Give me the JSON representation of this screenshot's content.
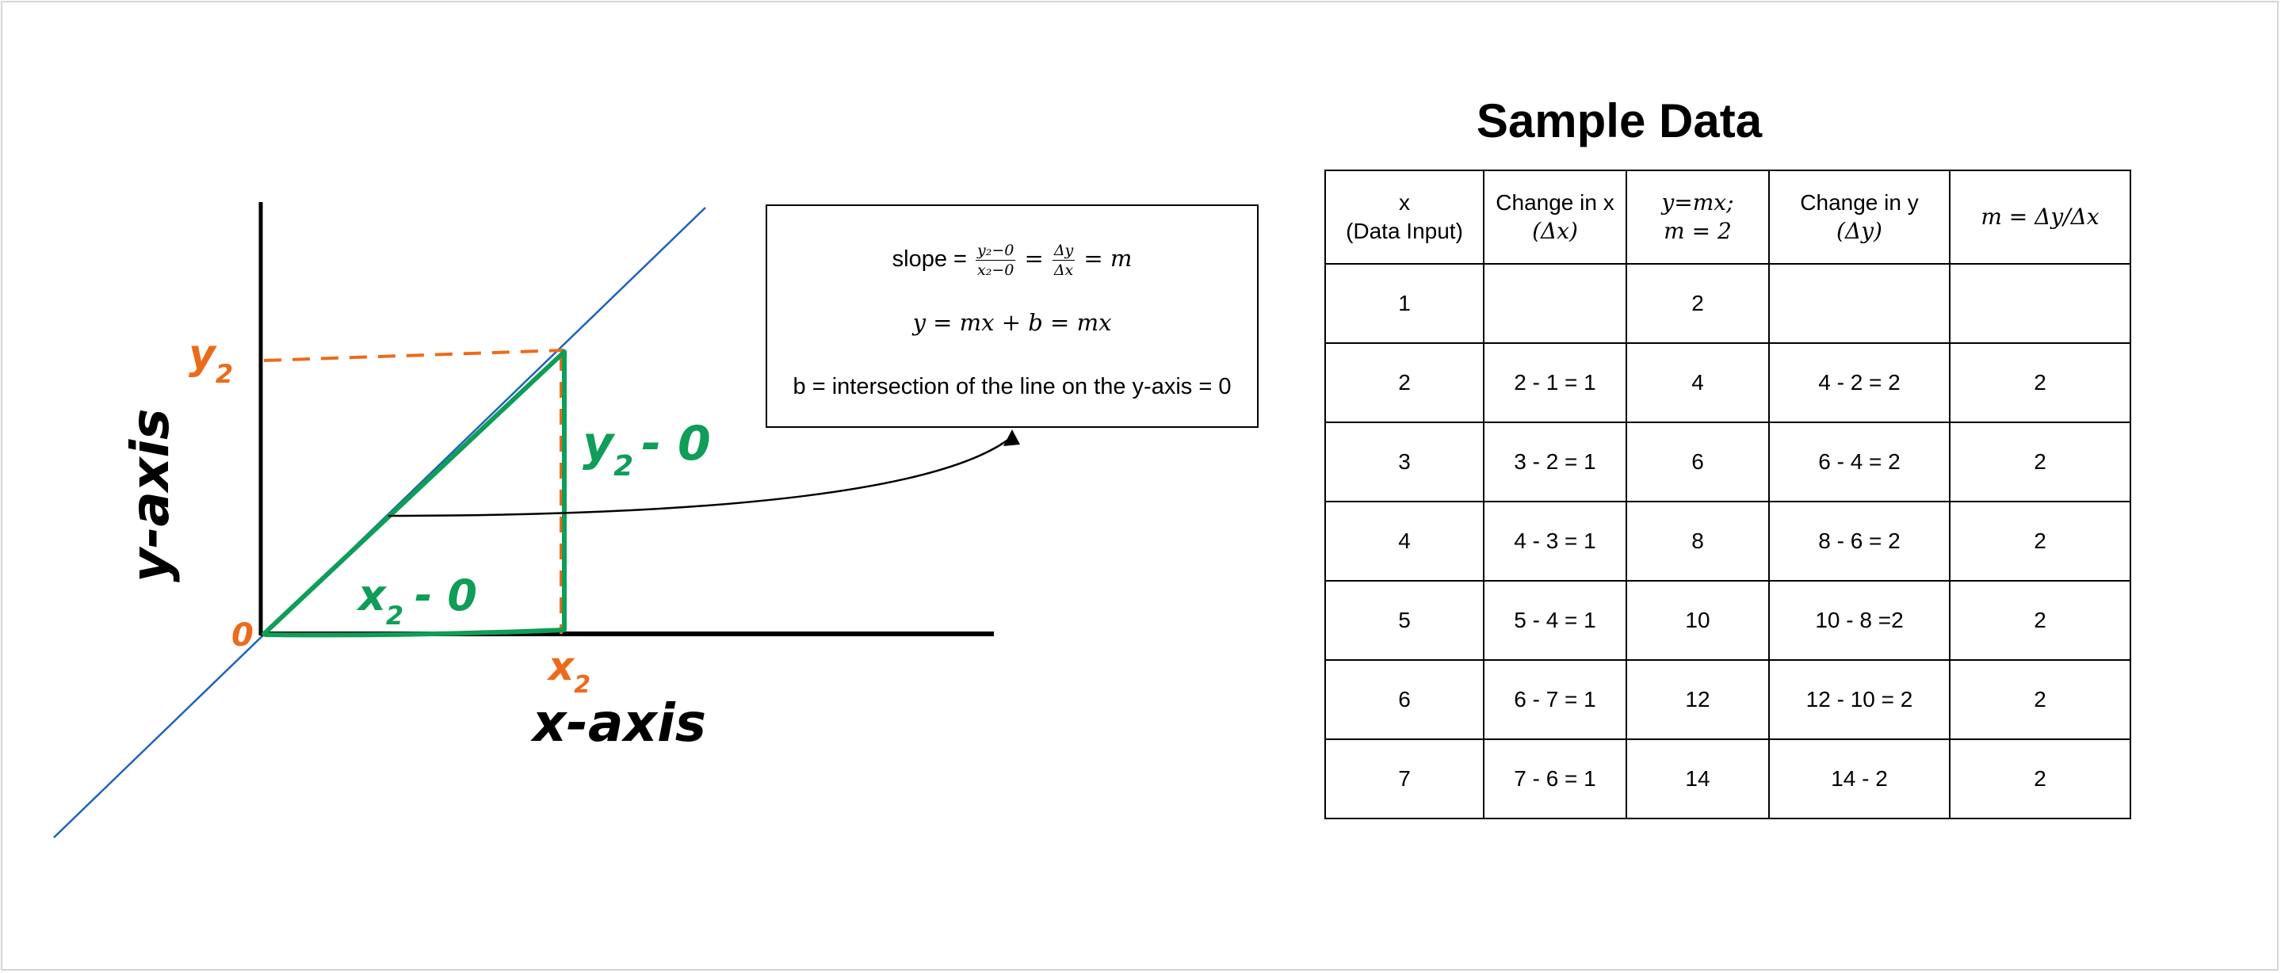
{
  "diagram": {
    "y_axis_label": "y-axis",
    "x_axis_label": "x-axis",
    "origin_label": "0",
    "y2_label": "y",
    "y2_sub": "2",
    "x2_label": "x",
    "x2_sub": "2",
    "rise_label": "y",
    "rise_sub": "2",
    "rise_tail": "- 0",
    "run_label": "x",
    "run_sub": "2",
    "run_tail": "- 0",
    "colors": {
      "orange": "#ec6b1a",
      "green": "#0f9d58",
      "blue": "#1f63b8",
      "black": "#000000"
    }
  },
  "formula_box": {
    "slope_prefix": "slope =",
    "slope_frac1_num": "y₂−0",
    "slope_frac1_den": "x₂−0",
    "eq": "=",
    "slope_frac2_num": "Δy",
    "slope_frac2_den": "Δx",
    "slope_suffix": "= m",
    "line_equation": "y = mx + b = mx",
    "b_definition": "b = intersection of the line on the y-axis = 0"
  },
  "table": {
    "title": "Sample Data",
    "headers": [
      {
        "line1": "x",
        "line2": "(Data Input)"
      },
      {
        "line1": "Change in x",
        "line2": "(Δx)"
      },
      {
        "line1": "y=mx;",
        "line2": "m = 2"
      },
      {
        "line1": "Change in y",
        "line2": "(Δy)"
      },
      {
        "line1": "m = Δy/Δx",
        "line2": ""
      }
    ],
    "rows": [
      [
        "1",
        "",
        "2",
        "",
        ""
      ],
      [
        "2",
        "2 - 1 = 1",
        "4",
        "4 - 2 = 2",
        "2"
      ],
      [
        "3",
        "3 - 2 = 1",
        "6",
        "6 - 4 = 2",
        "2"
      ],
      [
        "4",
        "4 - 3 = 1",
        "8",
        "8 - 6 = 2",
        "2"
      ],
      [
        "5",
        "5 - 4 = 1",
        "10",
        "10 - 8 =2",
        "2"
      ],
      [
        "6",
        "6 - 7 = 1",
        "12",
        "12 - 10 = 2",
        "2"
      ],
      [
        "7",
        "7 - 6 = 1",
        "14",
        "14 - 2",
        "2"
      ]
    ]
  }
}
